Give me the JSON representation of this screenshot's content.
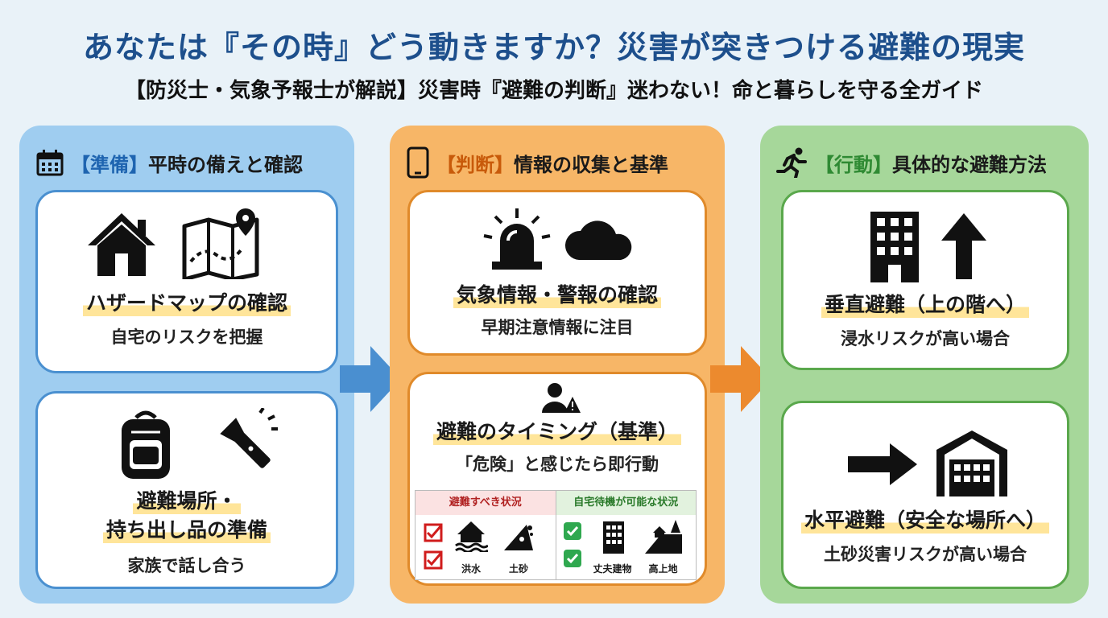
{
  "header": {
    "title": "あなたは『その時』どう動きますか？災害が突きつける避難の現実",
    "subtitle": "【防災士・気象予報士が解説】災害時『避難の判断』迷わない！命と暮らしを守る全ガイド"
  },
  "columns": {
    "prep": {
      "tag": "【準備】",
      "label": "平時の備えと確認",
      "icon": "calendar-icon",
      "cards": [
        {
          "title": "ハザードマップの確認",
          "sub": "自宅のリスクを把握",
          "icons": [
            "house-icon",
            "map-pin-icon"
          ]
        },
        {
          "title_line1": "避難場所・",
          "title_line2": "持ち出し品の準備",
          "sub": "家族で話し合う",
          "icons": [
            "backpack-icon",
            "flashlight-icon"
          ]
        }
      ]
    },
    "judge": {
      "tag": "【判断】",
      "label": "情報の収集と基準",
      "icon": "smartphone-icon",
      "cards": [
        {
          "title": "気象情報・警報の確認",
          "sub": "早期注意情報に注目",
          "icons": [
            "siren-icon",
            "cloud-icon"
          ]
        },
        {
          "title": "避難のタイミング（基準）",
          "sub": "「危険」と感じたら即行動",
          "icons": [
            "person-warning-icon"
          ]
        }
      ],
      "criteria": {
        "evacuate_header": "避難すべき状況",
        "stay_header": "自宅待機が可能な状況",
        "evacuate_items": [
          "洪水",
          "土砂"
        ],
        "stay_items": [
          "丈夫建物",
          "高上地"
        ]
      }
    },
    "action": {
      "tag": "【行動】",
      "label": "具体的な避難方法",
      "icon": "running-person-icon",
      "cards": [
        {
          "title": "垂直避難（上の階へ）",
          "sub": "浸水リスクが高い場合",
          "icons": [
            "building-icon",
            "arrow-up-icon"
          ]
        },
        {
          "title": "水平避難（安全な場所へ）",
          "sub": "土砂災害リスクが高い場合",
          "icons": [
            "arrow-right-icon",
            "warehouse-icon"
          ]
        }
      ]
    }
  },
  "colors": {
    "title_blue": "#1d4f8c",
    "prep_bg": "#9fcdf0",
    "judge_bg": "#f7b667",
    "action_bg": "#a6d79a",
    "highlight": "#ffe59a",
    "arrow_blue": "#4a8fd0",
    "arrow_orange": "#ec8a2e"
  }
}
